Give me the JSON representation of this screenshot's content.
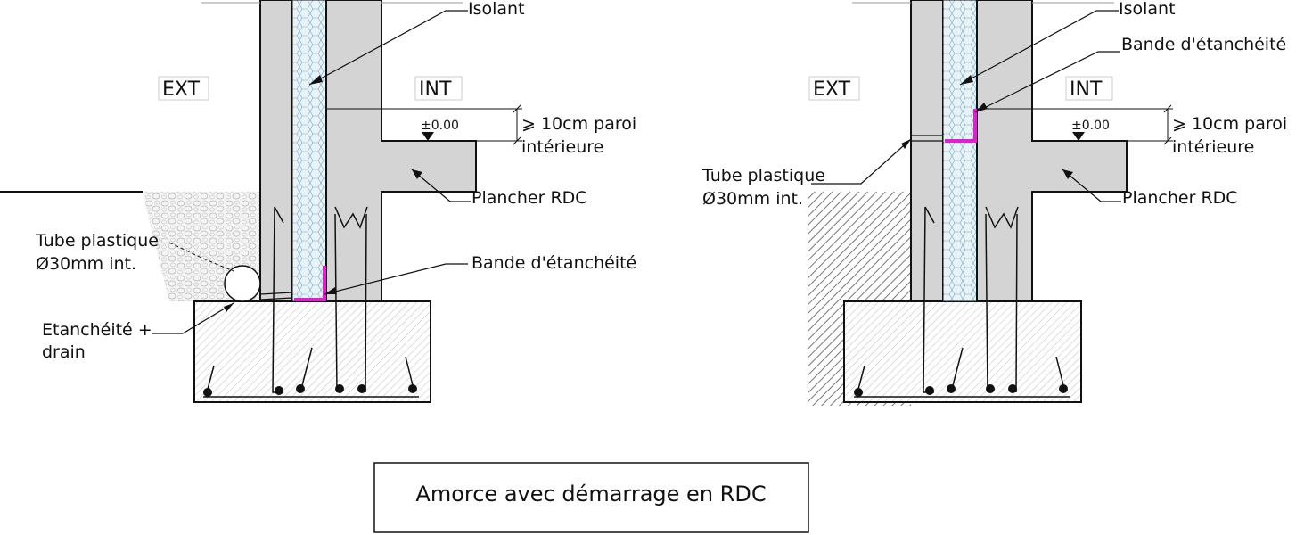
{
  "caption": "Amorce avec démarrage en RDC",
  "left": {
    "ext": "EXT",
    "int": "INT",
    "isolant": "Isolant",
    "level": "±0.00",
    "paroi_1": "⩾ 10cm paroi",
    "paroi_2": "intérieure",
    "plancher": "Plancher RDC",
    "bande": "Bande d'étanchéité",
    "tube_1": "Tube plastique",
    "tube_2": "Ø30mm int.",
    "drain_1": "Etanchéité +",
    "drain_2": "drain"
  },
  "right": {
    "ext": "EXT",
    "int": "INT",
    "isolant": "Isolant",
    "bande": "Bande d'étanchéité",
    "level": "±0.00",
    "paroi_1": "⩾ 10cm paroi",
    "paroi_2": "intérieure",
    "tube_1": "Tube plastique",
    "tube_2": "Ø30mm int.",
    "plancher": "Plancher RDC"
  },
  "colors": {
    "concrete": "#d4d4d4",
    "insulation": "#e8f3f8",
    "seal_band": "#e020d0",
    "line": "#111111"
  }
}
